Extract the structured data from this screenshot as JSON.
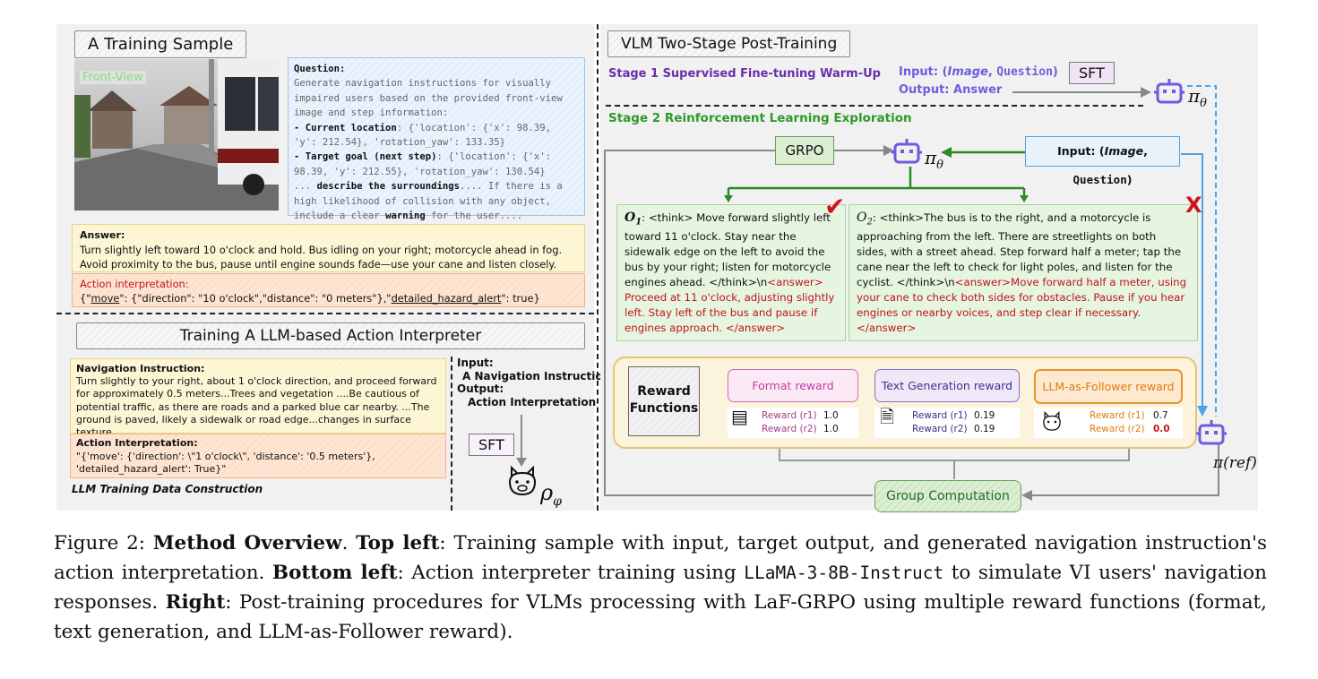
{
  "left_top": {
    "title": "A Training Sample",
    "image_label": "Front-View",
    "question_label": "Question:",
    "question_text": "Generate navigation instructions for visually impaired users based on the provided front-view image and step information:",
    "current_location_label": "- Current location",
    "current_location_value": ": {'location': {'x': 98.39, 'y': 212.54}, 'rotation_yaw': 133.35}",
    "target_goal_label": "- Target goal (next step)",
    "target_goal_value": ": {'location': {'x': 98.39, 'y': 212.55}, 'rotation_yaw': 130.54}",
    "describe_prefix": "...",
    "describe_bold": "describe the surroundings",
    "describe_rest": ".... If there is a high likelihood of collision with any object, include a clear",
    "warning_word": "warning",
    "describe_end": "for the user....",
    "answer_label": "Answer:",
    "answer_text": "Turn slightly left toward 10 o'clock and hold. Bus idling on your right; motorcycle ahead in fog. Avoid proximity to the bus, pause until engine sounds fade—use your cane and listen closely.",
    "action_label": "Action interpretation:",
    "action_open": "{\"",
    "action_move": "move",
    "action_mid": "\": {\"direction\": \"10 o'clock\",\"distance\": \"0 meters\"},\"",
    "action_hazard": "detailed_hazard_alert",
    "action_end": "\": true}"
  },
  "left_bottom": {
    "title": "Training A LLM-based Action Interpreter",
    "nav_label": "Navigation Instruction:",
    "nav_text": "Turn slightly to your right, about 1 o'clock direction, and proceed forward for approximately 0.5 meters...Trees and vegetation ....Be cautious of potential traffic, as there are roads and a parked blue car nearby. ...The ground is paved, likely a sidewalk or road edge...changes in surface texture.",
    "act_label": "Action Interpretation:",
    "act_text": "\"{'move': {'direction': \\\"1 o'clock\\\", 'distance': '0.5 meters'}, 'detailed_hazard_alert': True}\"",
    "footer": "LLM Training Data Construction",
    "input_label": "Input:",
    "input_value": "A Navigation Instruction",
    "output_label": "Output:",
    "output_value": "Action Interpretation",
    "sft": "SFT",
    "rho": "ρ",
    "rho_sub": "φ"
  },
  "right": {
    "title": "VLM Two-Stage Post-Training",
    "stage1": "Stage 1 Supervised Fine-tuning Warm-Up",
    "stage1_input_prefix": "Input: (",
    "stage1_input_image": "Image",
    "stage1_input_sep": ", ",
    "stage1_input_question": "Question",
    "stage1_input_suffix": ")",
    "stage1_output_label": "Output:",
    "stage1_output_value": "Answer",
    "sft": "SFT",
    "pi": "π",
    "pi_sub": "θ",
    "stage2": "Stage 2 Reinforcement Learning Exploration",
    "grpo": "GRPO",
    "stage2_input_prefix": "Input: (",
    "stage2_input_image": "Image",
    "stage2_input_sep": ", ",
    "stage2_input_question": "Question",
    "stage2_input_suffix": ")",
    "o1_label": "O",
    "o1_sub": "1",
    "o1_think": ": <think> Move forward slightly left toward 11 o'clock. Stay near the sidewalk edge on the left to avoid the bus by your right; listen for motorcycle engines ahead. </think>\\n",
    "o1_answer": "<answer> Proceed at 11 o'clock, adjusting slightly left. Stay left of the bus and pause if engines approach. </answer>",
    "o1_mark": "✔",
    "o2_label": "O",
    "o2_sub": "2",
    "o2_think": ": <think>The bus is to the right, and a motorcycle is approaching from the left. There are streetlights on both sides, with a street ahead. Step forward half a meter; tap the cane near the left to check for light poles, and listen for the cyclist. </think>\\n",
    "o2_answer": "<answer>Move forward half a meter, using your cane to check both sides for obstacles. Pause if you hear engines or nearby voices, and step clear if necessary.</answer>",
    "o2_mark": "X",
    "reward_functions": "Reward\nFunctions",
    "rewards": [
      {
        "title": "Format reward",
        "r1_label": "Reward (r1)",
        "r1": "1.0",
        "r2_label": "Reward (r2)",
        "r2": "1.0"
      },
      {
        "title": "Text Generation reward",
        "r1_label": "Reward (r1)",
        "r1": "0.19",
        "r2_label": "Reward (r2)",
        "r2": "0.19"
      },
      {
        "title": "LLM-as-Follower reward",
        "r1_label": "Reward (r1)",
        "r1": "0.7",
        "r2_label": "Reward (r2)",
        "r2": "0.0"
      }
    ],
    "group_computation": "Group Computation",
    "pi_ref": "π(ref)"
  },
  "caption": {
    "fig": "Figure 2: ",
    "b1": "Method Overview",
    "t1": ". ",
    "b2": "Top left",
    "t2": ": Training sample with input, target output, and generated navigation instruction's action interpretation. ",
    "b3": "Bottom left",
    "t3": ": Action interpreter training using ",
    "code": "LLaMA-3-8B-Instruct",
    "t4": " to simulate VI users' navigation responses. ",
    "b4": "Right",
    "t5": ": Post-training procedures for VLMs processing with LaF-GRPO using multiple reward functions (format, text generation, and LLM-as-Follower reward)."
  },
  "colors": {
    "stage1": "#6a2fa8",
    "stage2": "#2f9a2a",
    "robot": "#6b5ce0",
    "answer_red": "#c0141e"
  }
}
